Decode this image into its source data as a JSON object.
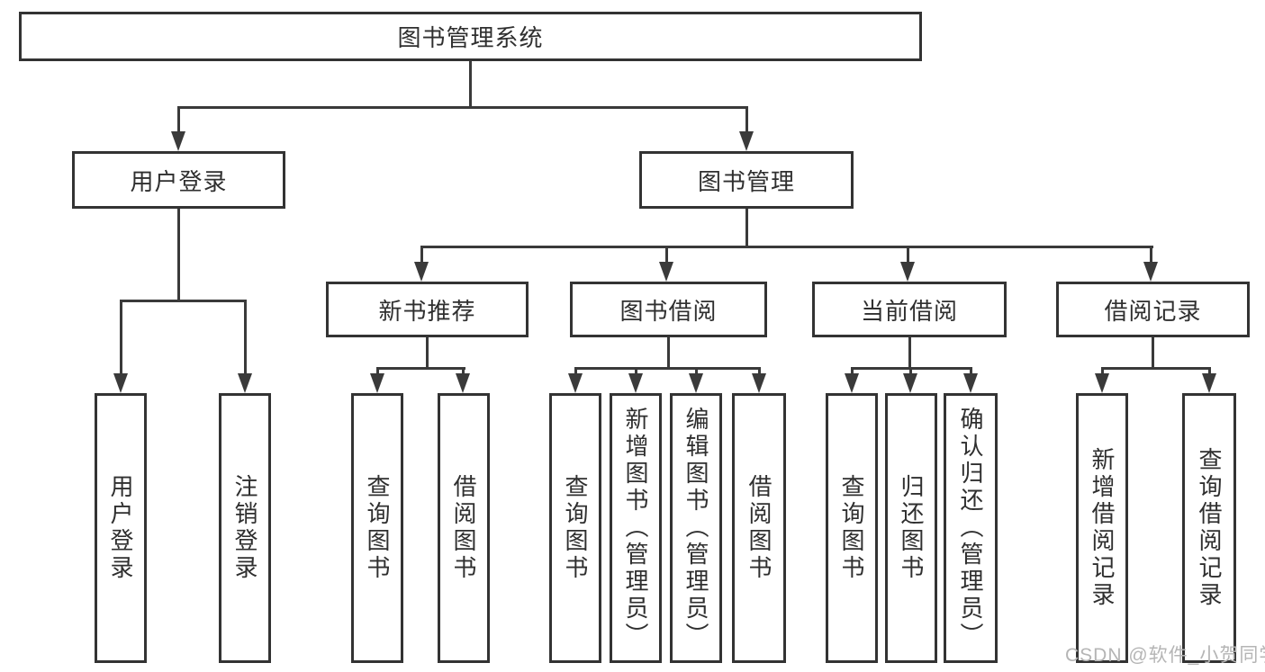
{
  "diagram": {
    "root": {
      "label": "图书管理系统"
    },
    "branches": [
      {
        "label": "用户登录",
        "children": [
          {
            "label": "用户登录"
          },
          {
            "label": "注销登录"
          }
        ]
      },
      {
        "label": "图书管理",
        "children": [
          {
            "label": "新书推荐",
            "children": [
              {
                "label": "查询图书"
              },
              {
                "label": "借阅图书"
              }
            ]
          },
          {
            "label": "图书借阅",
            "children": [
              {
                "label": "查询图书"
              },
              {
                "label": "新增图书（管理员）"
              },
              {
                "label": "编辑图书（管理员）"
              },
              {
                "label": "借阅图书"
              }
            ]
          },
          {
            "label": "当前借阅",
            "children": [
              {
                "label": "查询图书"
              },
              {
                "label": "归还图书"
              },
              {
                "label": "确认归还（管理员）"
              }
            ]
          },
          {
            "label": "借阅记录",
            "children": [
              {
                "label": "新增借阅记录"
              },
              {
                "label": "查询借阅记录"
              }
            ]
          }
        ]
      }
    ]
  },
  "watermark": {
    "text": "CSDN @软件_小贺同学"
  },
  "colors": {
    "line": "#3a3a3a",
    "border": "#333333",
    "text": "#2f2f2f",
    "watermark": "#b5b5b5",
    "background": "#ffffff"
  }
}
